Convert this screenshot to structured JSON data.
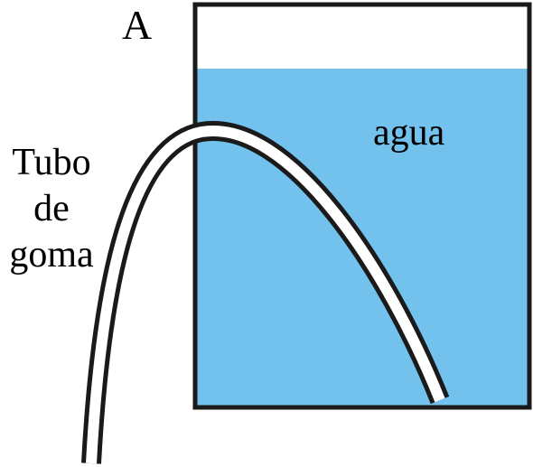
{
  "container_label": "A",
  "liquid_label": "agua",
  "tube_label_lines": [
    "Tubo",
    "de",
    "goma"
  ],
  "colors": {
    "water": "#73C2EE",
    "outline": "#1a1a1a",
    "tube_inner": "#ffffff",
    "text": "#000000"
  }
}
